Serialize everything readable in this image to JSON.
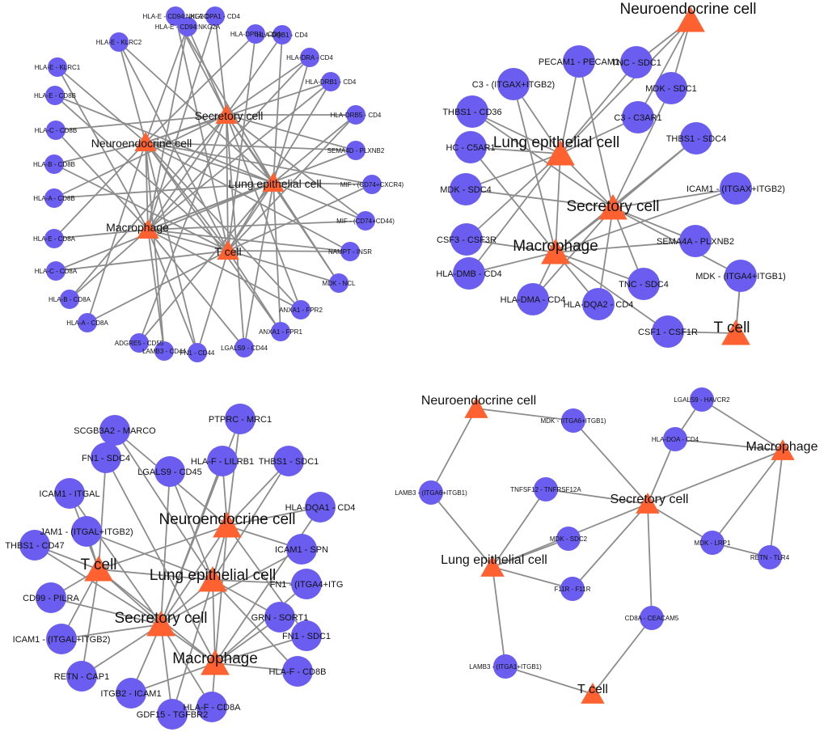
{
  "colors": {
    "pair_node": "#6a5df0",
    "cell_node": "#ff6230",
    "edge": "#8c8c8c",
    "label": "#111111"
  },
  "networks": [
    {
      "id": "A",
      "cells": [
        "Secretory cell",
        "Neuroendocrine cell",
        "Lung epithelial cell",
        "Macrophage",
        "T cell"
      ],
      "pairs": [
        "HLA-E - CD94:NKG2C",
        "HLA-DPA1 - CD4",
        "HLA-E - CD94:NKG2A",
        "HLA-DPB1 - CD4",
        "HLA-E - KLRC2",
        "HLA-DQB1 - CD4",
        "HLA-DRA - CD4",
        "HLA-E - KLRC1",
        "HLA-DRB1 - CD4",
        "HLA-E - CD8B",
        "HLA-DRB5 - CD4",
        "HLA-C - CD8B",
        "SEMA4D - PLXNB2",
        "HLA-B - CD8B",
        "MIF - (CD74+CXCR4)",
        "HLA-A - CD8B",
        "MIF - (CD74+CD44)",
        "HLA-E - CD8A",
        "NAMPT - INSR",
        "HLA-C - CD8A",
        "MDK - NCL",
        "HLA-B - CD8A",
        "ANXA1 - FPR2",
        "HLA-A - CD8A",
        "ANXA1 - FPR1",
        "ADGRE5 - CD55",
        "LGALS9 - CD44",
        "LAMB3 - CD44",
        "FN1 - CD44"
      ]
    },
    {
      "id": "B",
      "cells": [
        "Neuroendocrine cell",
        "Lung epithelial cell",
        "Secretory cell",
        "Macrophage",
        "T cell"
      ],
      "pairs": [
        "PECAM1 - PECAM1",
        "TNC - SDC1",
        "C3 - (ITGAX+ITGB2)",
        "MDK - SDC1",
        "THBS1 - CD36",
        "C3 - C3AR1",
        "HC - C5AR1",
        "THBS1 - SDC4",
        "MDK - SDC4",
        "ICAM1 - (ITGAX+ITGB2)",
        "CSF3 - CSF3R",
        "SEMA4A - PLXNB2",
        "HLA-DMB - CD4",
        "MDK - (ITGA4+ITGB1)",
        "HLA-DMA - CD4",
        "TNC - SDC4",
        "HLA-DQA2 - CD4",
        "CSF1 - CSF1R"
      ]
    },
    {
      "id": "C",
      "cells": [
        "Neuroendocrine cell",
        "T cell",
        "Lung epithelial cell",
        "Secretory cell",
        "Macrophage"
      ],
      "pairs": [
        "PTPRC - MRC1",
        "SCGB3A2 - MARCO",
        "FN1 - SDC4",
        "HLA-F - LILRB1",
        "THBS1 - SDC1",
        "LGALS9 - CD45",
        "ICAM1 - ITGAL",
        "HLA-DQA1 - CD4",
        "JAM1 - (ITGAL+ITGB2)",
        "ICAM1 - SPN",
        "THBS1 - CD47",
        "FN1 - (ITGA4+ITG",
        "CD99 - PILRA",
        "GRN - SORT1",
        "ICAM1 - (ITGAL+ITGB2)",
        "FN1 - SDC1",
        "RETN - CAP1",
        "HLA-F - CD8B",
        "ITGB2 - ICAM1",
        "HLA-F - CD8A",
        "GDF15 - TGFBR2"
      ]
    },
    {
      "id": "D",
      "cells": [
        "Neuroendocrine cell",
        "Macrophage",
        "Secretory cell",
        "Lung epithelial cell",
        "T cell"
      ],
      "pairs": [
        "MDK - (ITGA6+ITGB1)",
        "LGALS9 - HAVCR2",
        "HLA-DOA - CD4",
        "LAMB3 - (ITGA6+ITGB1)",
        "TNFSF12 - TNFRSF12A",
        "MDK - LRP1",
        "MDK - SDC2",
        "RETN - TLR4",
        "F11R - F11R",
        "CD8A - CEACAM5",
        "LAMB3 - (ITGA1+ITGB1)"
      ]
    }
  ]
}
